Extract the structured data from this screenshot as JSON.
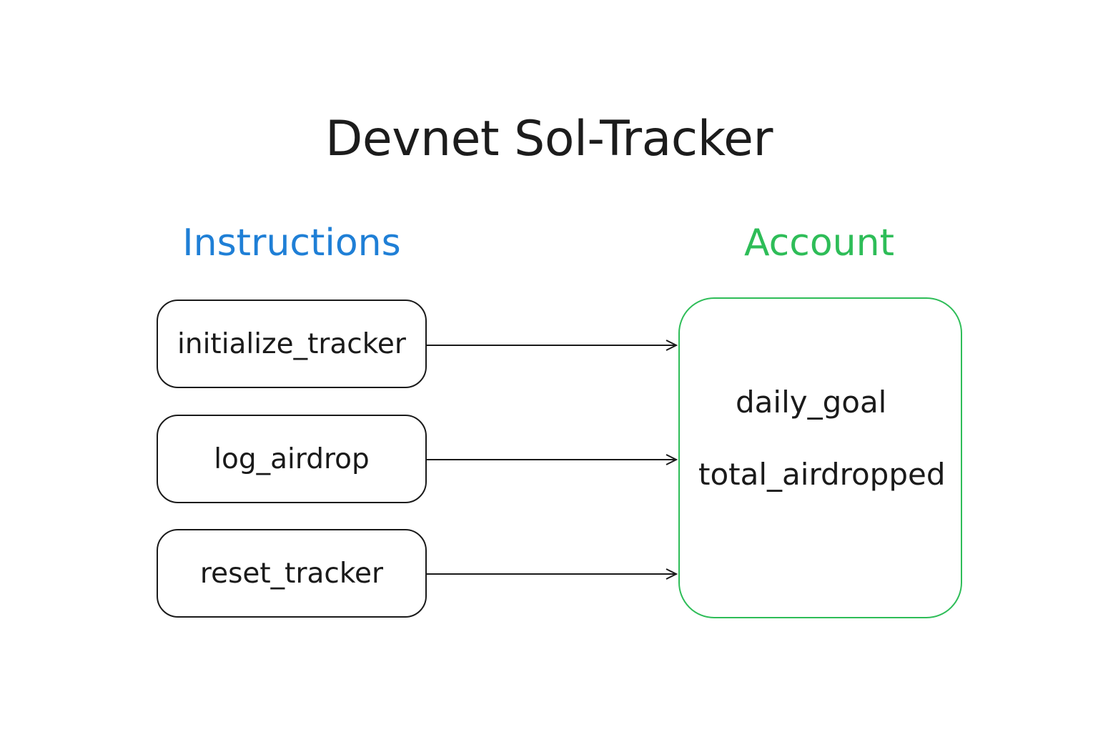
{
  "title": "Devnet Sol-Tracker",
  "headings": {
    "instructions": "Instructions",
    "account": "Account"
  },
  "colors": {
    "instructions_heading": "#1f7fd6",
    "account_heading": "#2ebd58",
    "account_border": "#2ebd58",
    "instruction_border": "#1a1a1a",
    "arrow": "#1a1a1a"
  },
  "instructions": [
    "initialize_tracker",
    "log_airdrop",
    "reset_tracker"
  ],
  "account_fields": [
    "daily_goal",
    "total_airdropped"
  ]
}
